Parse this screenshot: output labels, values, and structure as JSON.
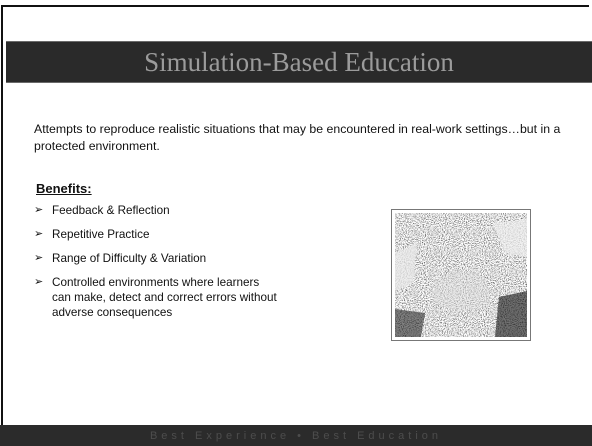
{
  "slide": {
    "title": "Simulation-Based Education",
    "intro": "Attempts to reproduce realistic situations that may be encountered in real-work settings…but in a protected environment.",
    "benefits_heading": "Benefits:",
    "bullet_glyph": "➢",
    "benefits": [
      "Feedback & Reflection",
      "Repetitive Practice",
      "Range of Difficulty & Variation",
      "Controlled environments where learners\ncan make, detect and correct errors without\nadverse consequences"
    ]
  },
  "footer": {
    "tagline": "Best Experience • Best Education"
  }
}
